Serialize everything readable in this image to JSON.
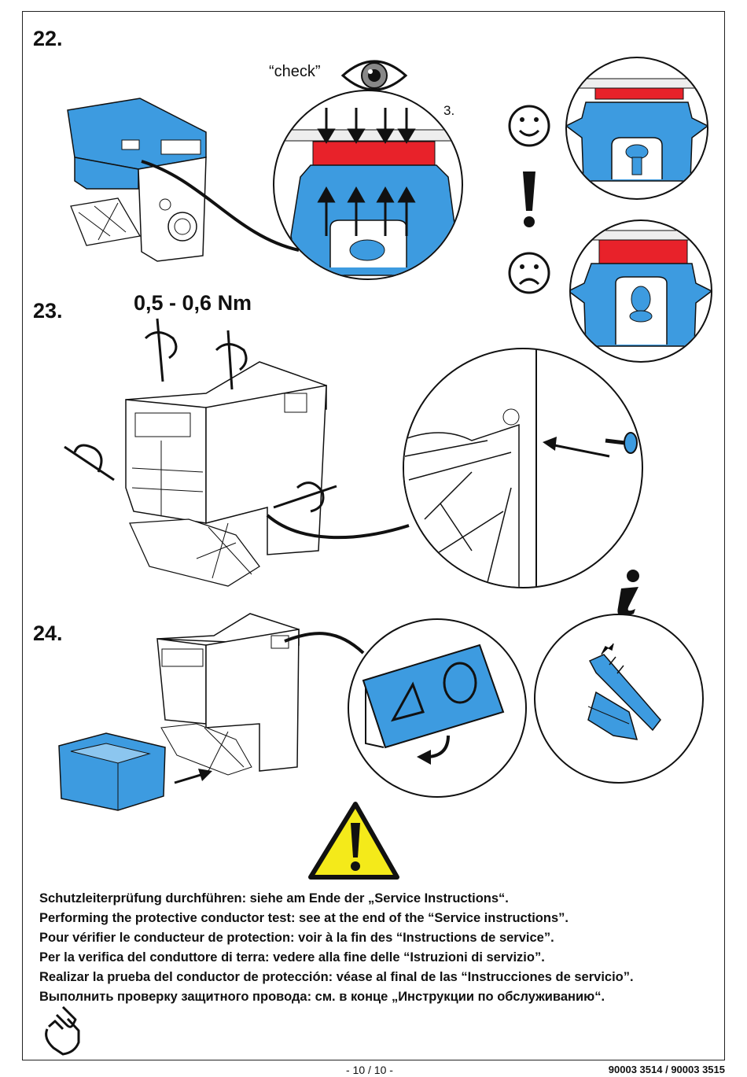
{
  "steps": {
    "s22": "22.",
    "s23": "23.",
    "s24": "24."
  },
  "check_label": "“check”",
  "sub_step": "3.",
  "torque": "0,5 - 0,6 Nm",
  "instructions": [
    "Schutzleiterprüfung durchführen: siehe am Ende der „Service Instructions“.",
    "Performing the protective conductor test: see at the end of the “Service instructions”.",
    "Pour vérifier le conducteur de protection: voir à la fin des “Instructions de service”.",
    "Per la verifica del conduttore di terra: vedere alla fine delle “Istruzioni di servizio”.",
    "Realizar la prueba del conductor de protección: véase al final de las “Instrucciones de servicio”.",
    "Выполнить проверку защитного провода: см. в конце „Инструкции по обслуживанию“."
  ],
  "footer": {
    "page": "- 10 / 10 -",
    "doc_number": "90003 3514 / 90003 3515"
  },
  "colors": {
    "part_blue": "#3d9be0",
    "clip_red": "#e8222a",
    "warning_yellow": "#f4ea1a"
  },
  "icons": [
    "eye-icon",
    "smiley-happy-icon",
    "exclamation-icon",
    "smiley-sad-icon",
    "info-icon",
    "warning-triangle-icon",
    "pointing-hand-icon",
    "rotate-arrow-icon"
  ]
}
